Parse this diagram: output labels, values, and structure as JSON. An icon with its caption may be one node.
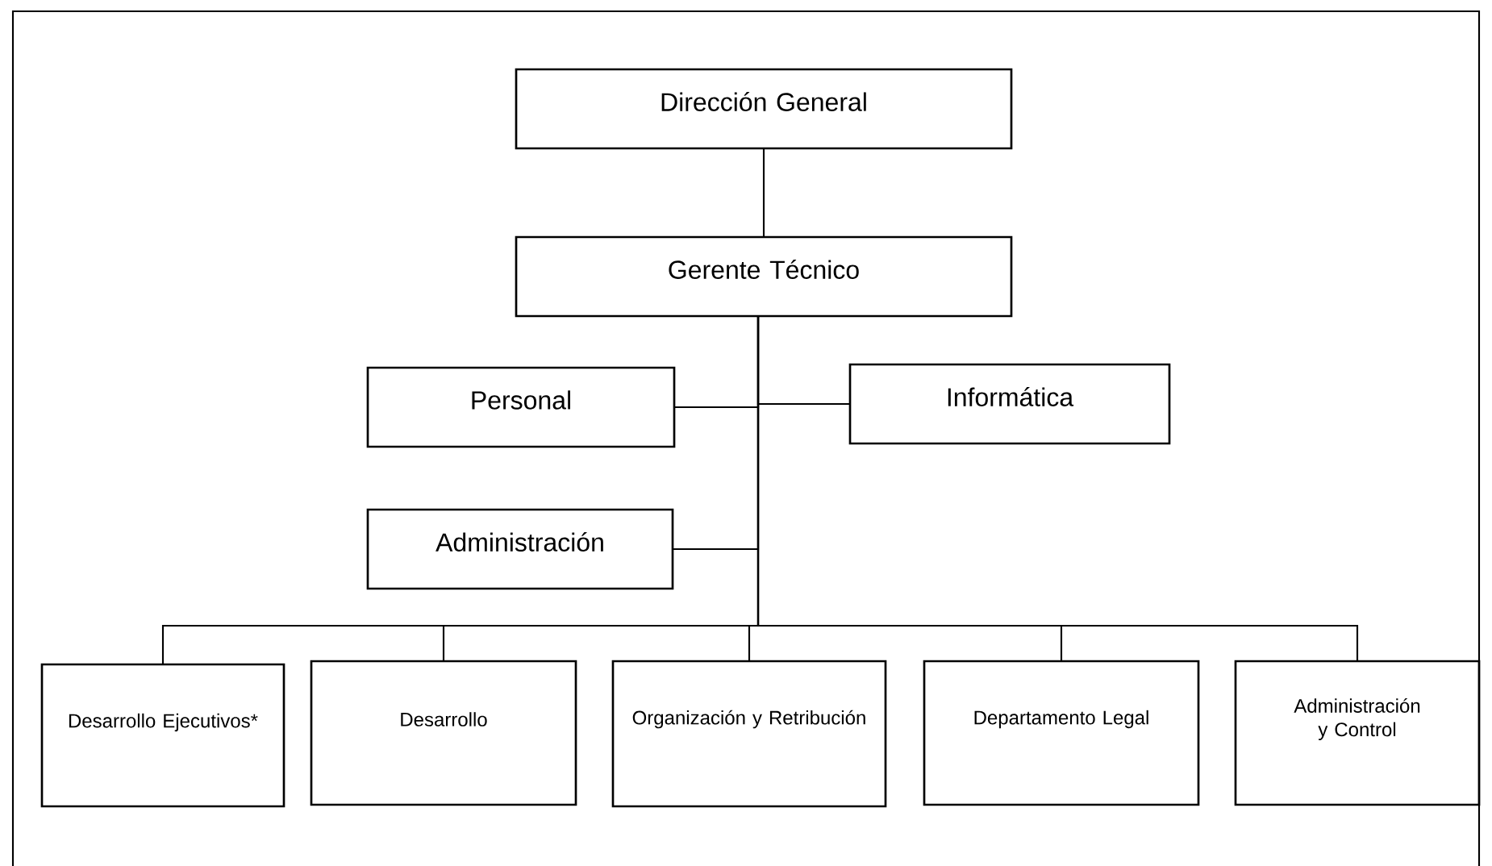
{
  "diagram": {
    "nodes": [
      {
        "text": [
          "Dirección General"
        ]
      },
      {
        "text": [
          "Gerente Técnico"
        ]
      },
      {
        "text": [
          "Personal"
        ]
      },
      {
        "text": [
          "Informática"
        ]
      },
      {
        "text": [
          "Administración"
        ]
      },
      {
        "text": [
          "Desarrollo Ejecutivos*"
        ]
      },
      {
        "text": [
          "Desarrollo"
        ]
      },
      {
        "text": [
          "Organización y Retribución"
        ]
      },
      {
        "text": [
          "Departamento Legal"
        ]
      },
      {
        "text": [
          "Administración y Control"
        ]
      }
    ],
    "edges": [
      {
        "from": 0,
        "to": 1,
        "arrow": "none"
      },
      {
        "from": 1,
        "to": 2,
        "arrow": "none"
      },
      {
        "from": 1,
        "to": 3,
        "arrow": "none"
      },
      {
        "from": 1,
        "to": 4,
        "arrow": "none"
      },
      {
        "from": 1,
        "to": 5,
        "arrow": "none"
      },
      {
        "from": 1,
        "to": 6,
        "arrow": "none"
      },
      {
        "from": 1,
        "to": 7,
        "arrow": "none"
      },
      {
        "from": 1,
        "to": 8,
        "arrow": "none"
      },
      {
        "from": 1,
        "to": 9,
        "arrow": "none"
      }
    ]
  }
}
